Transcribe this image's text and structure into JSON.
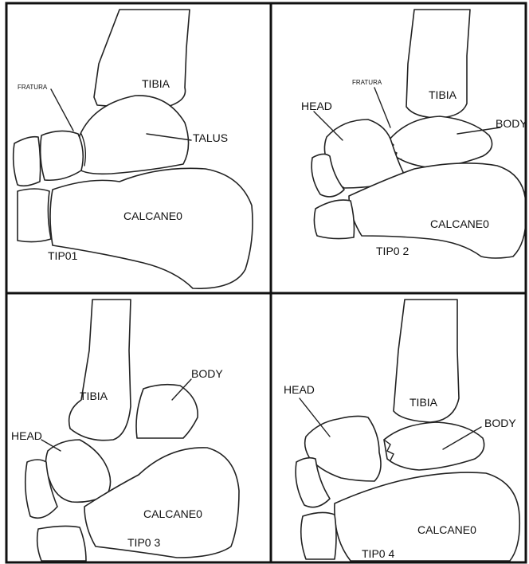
{
  "labels": {
    "tibia": "TIBIA",
    "talus": "TALUS",
    "calcaneo": "CALCANE0",
    "fratura": "FRATURA",
    "head": "HEAD",
    "body": "BODY",
    "tipo1": "TIP01",
    "tipo2": "TIP0 2",
    "tipo3": "TIP0 3",
    "tipo4": "TIP0 4"
  },
  "colors": {
    "line": "#222222",
    "frame": "#111111",
    "background": "#ffffff"
  }
}
